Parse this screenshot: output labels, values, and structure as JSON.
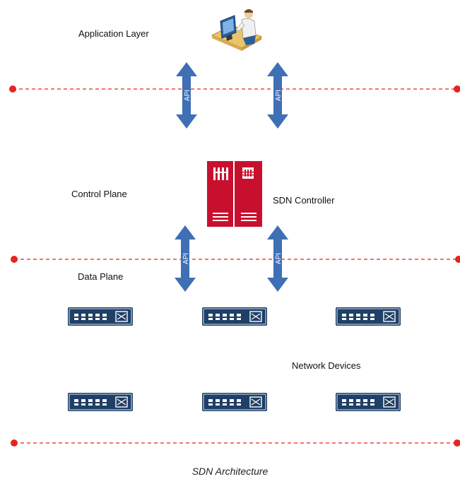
{
  "labels": {
    "application_layer": "Application Layer",
    "control_plane": "Control Plane",
    "sdn_controller": "SDN Controller",
    "data_plane": "Data Plane",
    "network_devices": "Network Devices"
  },
  "api_label": "API",
  "caption": "SDN Architecture",
  "colors": {
    "divider": "#e8231f",
    "arrow": "#3f6fb5",
    "controller": "#c8102e",
    "switch": "#1f3f66"
  },
  "icons": {
    "user": "user-at-computer-icon",
    "controller": "sdn-controller-server-icon",
    "switch": "network-switch-icon"
  }
}
